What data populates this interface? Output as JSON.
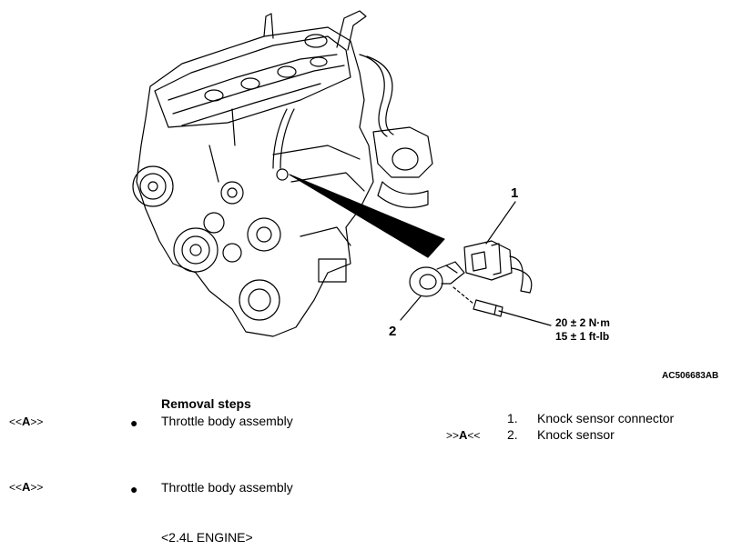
{
  "figure": {
    "figure_id": "AC506683AB",
    "callouts": [
      "1",
      "2"
    ],
    "torque": {
      "metric": "20 ± 2 N·m",
      "imperial": "15 ± 1 ft-lb"
    }
  },
  "removal": {
    "heading": "Removal steps",
    "ref_marks": [
      {
        "open": "<<",
        "letter": "A",
        "close": ">>"
      },
      {
        "open": ">>",
        "letter": "A",
        "close": "<<"
      }
    ],
    "prep_items": [
      "Throttle body assembly",
      "Throttle body assembly"
    ],
    "steps": [
      {
        "num": "1.",
        "label": "Knock sensor connector"
      },
      {
        "num": "2.",
        "label": "Knock sensor"
      }
    ]
  },
  "engine_note": "<2.4L ENGINE>"
}
